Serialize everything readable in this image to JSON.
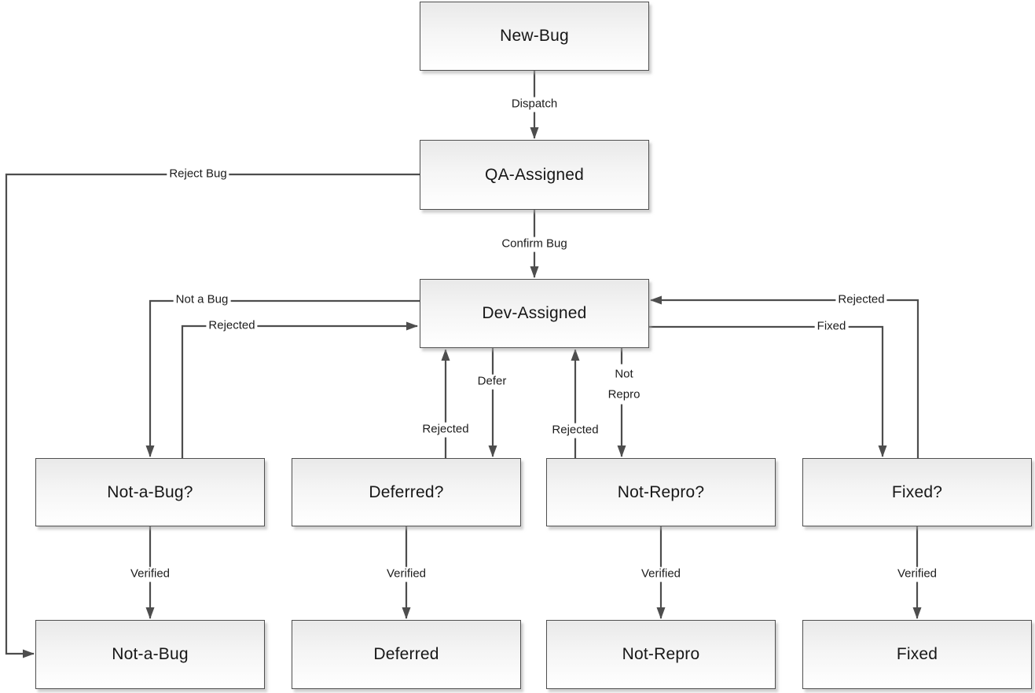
{
  "diagram_type": "bug-workflow-state-flowchart",
  "colors": {
    "background": "#ffffff",
    "connector_line": "#4d4d4d",
    "node_border": "#4f4f4f",
    "node_fill_top": "#e9e9e9",
    "node_fill_bottom": "#ffffff",
    "text": "#1c1c1c"
  },
  "nodes": {
    "new_bug": {
      "label": "New-Bug"
    },
    "qa_assigned": {
      "label": "QA-Assigned"
    },
    "dev_assigned": {
      "label": "Dev-Assigned"
    },
    "not_a_bug_q": {
      "label": "Not-a-Bug?"
    },
    "deferred_q": {
      "label": "Deferred?"
    },
    "not_repro_q": {
      "label": "Not-Repro?"
    },
    "fixed_q": {
      "label": "Fixed?"
    },
    "not_a_bug": {
      "label": "Not-a-Bug"
    },
    "deferred": {
      "label": "Deferred"
    },
    "not_repro": {
      "label": "Not-Repro"
    },
    "fixed": {
      "label": "Fixed"
    }
  },
  "edges": {
    "dispatch": {
      "from": "New-Bug",
      "to": "QA-Assigned",
      "label": "Dispatch"
    },
    "confirm_bug": {
      "from": "QA-Assigned",
      "to": "Dev-Assigned",
      "label": "Confirm Bug"
    },
    "reject_bug": {
      "from": "QA-Assigned",
      "to": "Not-a-Bug",
      "label": "Reject Bug"
    },
    "not_a_bug": {
      "from": "Dev-Assigned",
      "to": "Not-a-Bug?",
      "label": "Not a Bug"
    },
    "rejected_not_a_bug": {
      "from": "Not-a-Bug?",
      "to": "Dev-Assigned",
      "label": "Rejected"
    },
    "defer": {
      "from": "Dev-Assigned",
      "to": "Deferred?",
      "label": "Defer"
    },
    "rejected_deferred": {
      "from": "Deferred?",
      "to": "Dev-Assigned",
      "label": "Rejected"
    },
    "not_repro": {
      "from": "Dev-Assigned",
      "to": "Not-Repro?",
      "label": "Not Repro"
    },
    "rejected_not_repro": {
      "from": "Not-Repro?",
      "to": "Dev-Assigned",
      "label": "Rejected"
    },
    "fixed": {
      "from": "Dev-Assigned",
      "to": "Fixed?",
      "label": "Fixed"
    },
    "rejected_fixed": {
      "from": "Fixed?",
      "to": "Dev-Assigned",
      "label": "Rejected"
    },
    "verified_not_a_bug": {
      "from": "Not-a-Bug?",
      "to": "Not-a-Bug",
      "label": "Verified"
    },
    "verified_deferred": {
      "from": "Deferred?",
      "to": "Deferred",
      "label": "Verified"
    },
    "verified_not_repro": {
      "from": "Not-Repro?",
      "to": "Not-Repro",
      "label": "Verified"
    },
    "verified_fixed": {
      "from": "Fixed?",
      "to": "Fixed",
      "label": "Verified"
    }
  }
}
